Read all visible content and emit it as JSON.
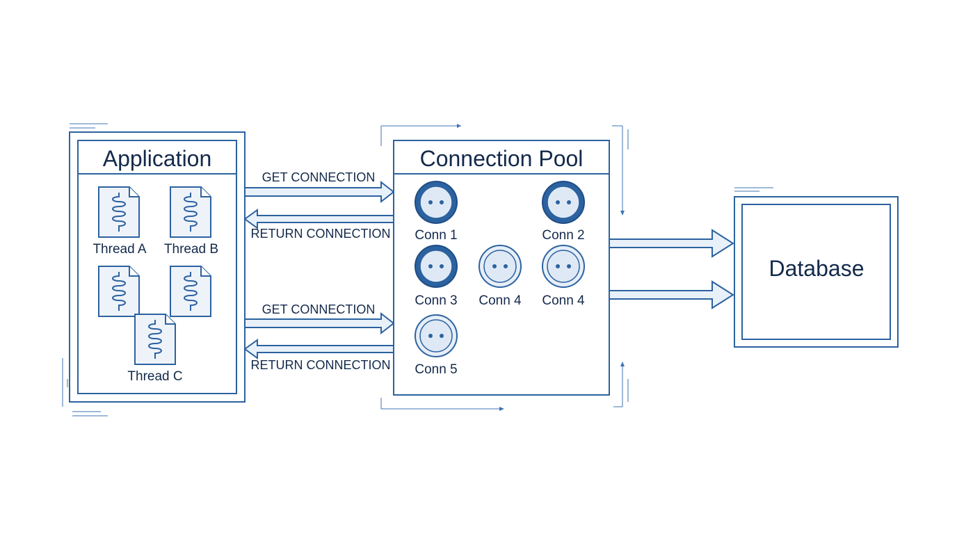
{
  "application": {
    "title": "Application",
    "threads": [
      {
        "label": "Thread A"
      },
      {
        "label": "Thread B"
      },
      {
        "label": ""
      },
      {
        "label": ""
      },
      {
        "label": "Thread C"
      }
    ]
  },
  "pool": {
    "title": "Connection Pool",
    "connections": [
      {
        "label": "Conn 1",
        "style": "dark"
      },
      {
        "label": "Conn 2",
        "style": "dark"
      },
      {
        "label": "Conn 3",
        "style": "dark"
      },
      {
        "label": "Conn 4",
        "style": "light"
      },
      {
        "label": "Conn 4",
        "style": "light"
      },
      {
        "label": "Conn 5",
        "style": "light"
      }
    ]
  },
  "arrows": {
    "get_top": "GET CONNECTION",
    "return_top": "RETURN CONNECTION",
    "get_bottom": "GET CONNECTION",
    "return_bottom": "RETURN CONNECTION"
  },
  "database": {
    "title": "Database"
  },
  "colors": {
    "line": "#2c62a0",
    "text": "#13294b",
    "fill_light": "#e8f0f9"
  }
}
